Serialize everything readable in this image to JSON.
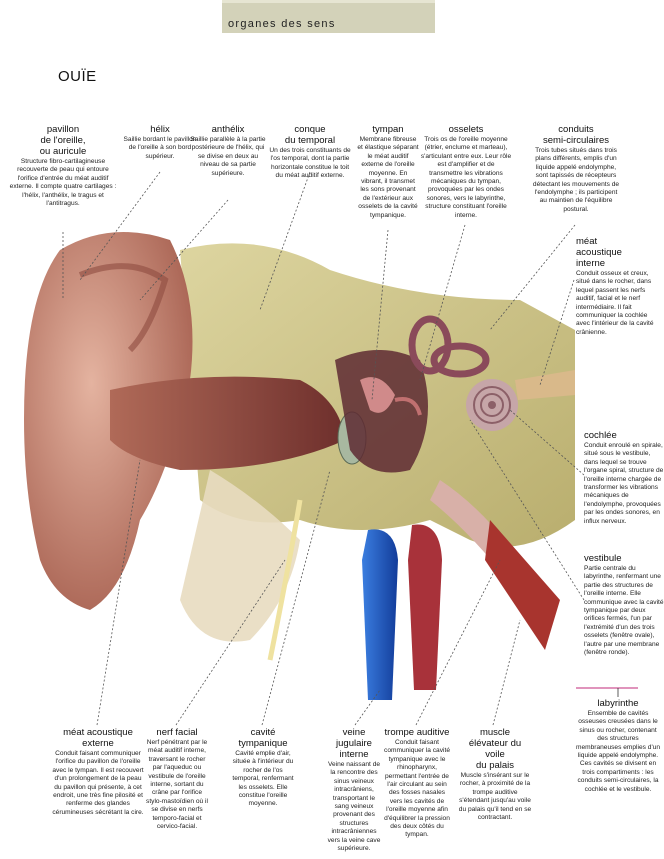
{
  "header": {
    "section": "organes des sens"
  },
  "title": "OUÏE",
  "labels": {
    "pavillon": {
      "title": "pavillon\nde l'oreille,\nou auricule",
      "desc": "Structure fibro-cartilagineuse recouverte de peau qui entoure l'orifice d'entrée du méat auditif externe. Il compte quatre cartilages : l'hélix, l'anthélix, le tragus et l'antitragus."
    },
    "helix": {
      "title": "hélix",
      "desc": "Saillie bordant le pavillon de l'oreille à son bord supérieur."
    },
    "anthelix": {
      "title": "anthélix",
      "desc": "Saillie parallèle à la partie postérieure de l'hélix, qui se divise en deux au niveau de sa partie supérieure."
    },
    "conque": {
      "title": "conque\ndu temporal",
      "desc": "Un des trois constituants de l'os temporal, dont la partie horizontale constitue le toit du méat auditif externe."
    },
    "tympan": {
      "title": "tympan",
      "desc": "Membrane fibreuse et élastique séparant le méat auditif externe de l'oreille moyenne. En vibrant, il transmet les sons provenant de l'extérieur aux osselets de la cavité tympanique."
    },
    "osselets": {
      "title": "osselets",
      "desc": "Trois os de l'oreille moyenne (étrier, enclume et marteau), s'articulant entre eux. Leur rôle est d'amplifier et de transmettre les vibrations mécaniques du tympan, provoquées par les ondes sonores, vers le labyrinthe, structure constituant l'oreille interne."
    },
    "conduits": {
      "title": "conduits\nsemi-circulaires",
      "desc": "Trois tubes situés dans trois plans différents, emplis d'un liquide appelé endolymphe, sont tapissés de récepteurs détectant les mouvements de l'endolymphe ; ils participent au maintien de l'équilibre postural."
    },
    "meat_interne": {
      "title": "méat\nacoustique\ninterne",
      "desc": "Conduit osseux et creux, situé dans le rocher, dans lequel passent les nerfs auditif, facial et le nerf intermédiaire. Il fait communiquer la cochlée avec l'intérieur de la cavité crânienne."
    },
    "cochlee": {
      "title": "cochlée",
      "desc": "Conduit enroulé en spirale, situé sous le vestibule, dans lequel se trouve l'organe spiral, structure de l'oreille interne chargée de transformer les vibrations mécaniques de l'endolymphe, provoquées par les ondes sonores, en influx nerveux."
    },
    "vestibule": {
      "title": "vestibule",
      "desc": "Partie centrale du labyrinthe, renfermant une partie des structures de l'oreille interne. Elle communique avec la cavité tympanique par deux orifices fermés, l'un par l'extrémité d'un des trois osselets (fenêtre ovale), l'autre par une membrane (fenêtre ronde)."
    },
    "labyrinthe": {
      "title": "labyrinthe",
      "desc": "Ensemble de cavités osseuses creusées dans le sinus ou rocher, contenant des structures membraneuses emplies d'un liquide appelé endolymphe. Ces cavités se divisent en trois compartiments : les conduits semi-circulaires, la cochlée et le vestibule."
    },
    "meat_externe": {
      "title": "méat acoustique\nexterne",
      "desc": "Conduit faisant communiquer l'orifice du pavillon de l'oreille avec le tympan. Il est recouvert d'un prolongement de la peau du pavillon qui présente, à cet endroit, une très fine pilosité et renferme des glandes cérumineuses sécrétant la cire."
    },
    "nerf_facial": {
      "title": "nerf facial",
      "desc": "Nerf pénétrant par le méat auditif interne, traversant le rocher par l'aqueduc ou vestibule de l'oreille interne, sortant du crâne par l'orifice stylo-mastoïdien où il se divise en nerfs temporo-facial et cervico-facial."
    },
    "cavite": {
      "title": "cavité\ntympanique",
      "desc": "Cavité emplie d'air, située à l'intérieur du rocher de l'os temporal, renfermant les osselets. Elle constitue l'oreille moyenne."
    },
    "veine": {
      "title": "veine\njugulaire\ninterne",
      "desc": "Veine naissant de la rencontre des sinus veineux intracrâniens, transportant le sang veineux provenant des structures intracrâniennes vers la veine cave supérieure."
    },
    "trompe": {
      "title": "trompe auditive",
      "desc": "Conduit faisant communiquer la cavité tympanique avec le rhinopharynx, permettant l'entrée de l'air circulant au sein des fosses nasales vers les cavités de l'oreille moyenne afin d'équilibrer la pression des deux côtés du tympan."
    },
    "muscle": {
      "title": "muscle\nélévateur du voile\ndu palais",
      "desc": "Muscle s'insérant sur le rocher, à proximité de la trompe auditive s'étendant jusqu'au voile du palais qu'il tend en se contractant."
    }
  },
  "colors": {
    "header_bg": "#d3d2b9",
    "vein": "#1f5fc8",
    "bone": "#cfc68a",
    "skin": "#c98a78",
    "accent_line": "#c0287a"
  }
}
